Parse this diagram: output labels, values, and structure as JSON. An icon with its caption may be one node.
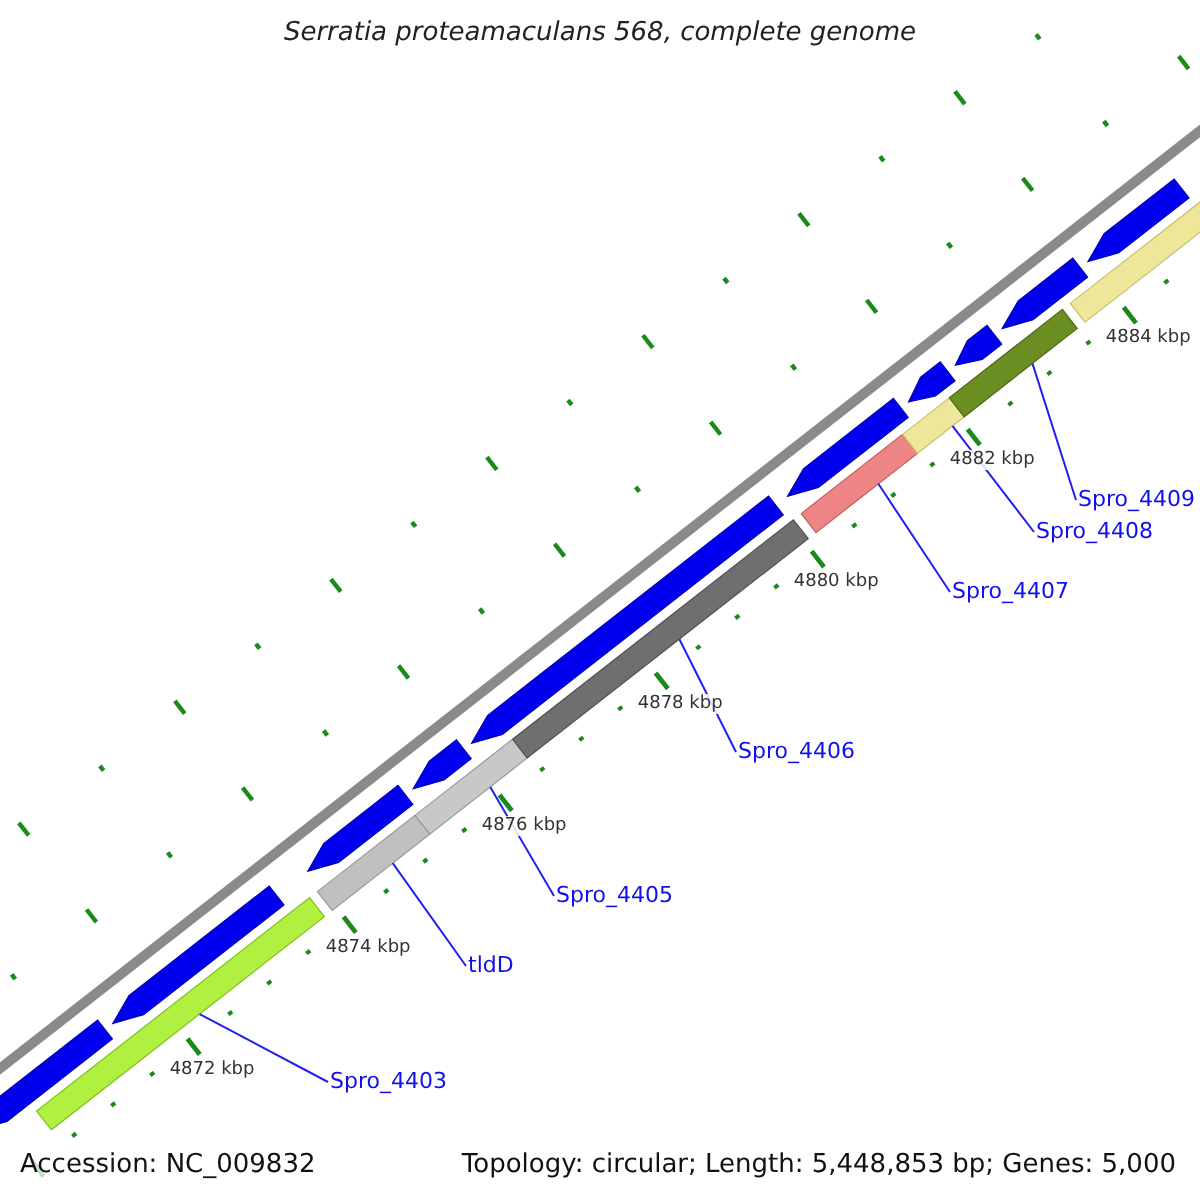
{
  "diagram": {
    "title": "Serratia proteamaculans 568, complete genome",
    "nodes": [
      {
        "text": [],
        "shape": "arrow"
      },
      {
        "text": [],
        "shape": "arrow"
      },
      {
        "text": [],
        "shape": "arrow"
      },
      {
        "text": [],
        "shape": "arrow"
      },
      {
        "text": [],
        "shape": "arrow"
      },
      {
        "text": [],
        "shape": "arrow"
      },
      {
        "text": [],
        "shape": "arrow"
      },
      {
        "text": [],
        "shape": "arrow"
      },
      {
        "text": [],
        "shape": "arrow"
      },
      {
        "text": [],
        "shape": "arrow"
      },
      {
        "text": [],
        "shape": "bar"
      },
      {
        "text": [],
        "shape": "bar"
      },
      {
        "text": [],
        "shape": "bar"
      },
      {
        "text": [],
        "shape": "bar"
      },
      {
        "text": [],
        "shape": "bar"
      },
      {
        "text": [],
        "shape": "bar"
      },
      {
        "text": [],
        "shape": "bar"
      },
      {
        "text": [],
        "shape": "bar"
      },
      {
        "text": [
          "Spro_4403"
        ]
      },
      {
        "text": [
          "tldD"
        ]
      },
      {
        "text": [
          "Spro_4405"
        ]
      },
      {
        "text": [
          "Spro_4406"
        ]
      },
      {
        "text": [
          "Spro_4407"
        ]
      },
      {
        "text": [
          "Spro_4408"
        ]
      },
      {
        "text": [
          "Spro_4409"
        ]
      }
    ],
    "edges": [
      {
        "from": 18,
        "to": 10,
        "arrow": "none"
      },
      {
        "from": 19,
        "to": 11,
        "arrow": "none"
      },
      {
        "from": 20,
        "to": 12,
        "arrow": "none"
      },
      {
        "from": 21,
        "to": 13,
        "arrow": "none"
      },
      {
        "from": 22,
        "to": 14,
        "arrow": "none"
      },
      {
        "from": 23,
        "to": 15,
        "arrow": "none"
      },
      {
        "from": 24,
        "to": 16,
        "arrow": "none"
      }
    ],
    "labels": [
      "4872 kbp",
      "4874 kbp",
      "4876 kbp",
      "4878 kbp",
      "4880 kbp",
      "4882 kbp",
      "4884 kbp",
      "Accession: NC_009832",
      "Topology: circular; Length: 5,448,853 bp; Genes: 5,000"
    ]
  }
}
